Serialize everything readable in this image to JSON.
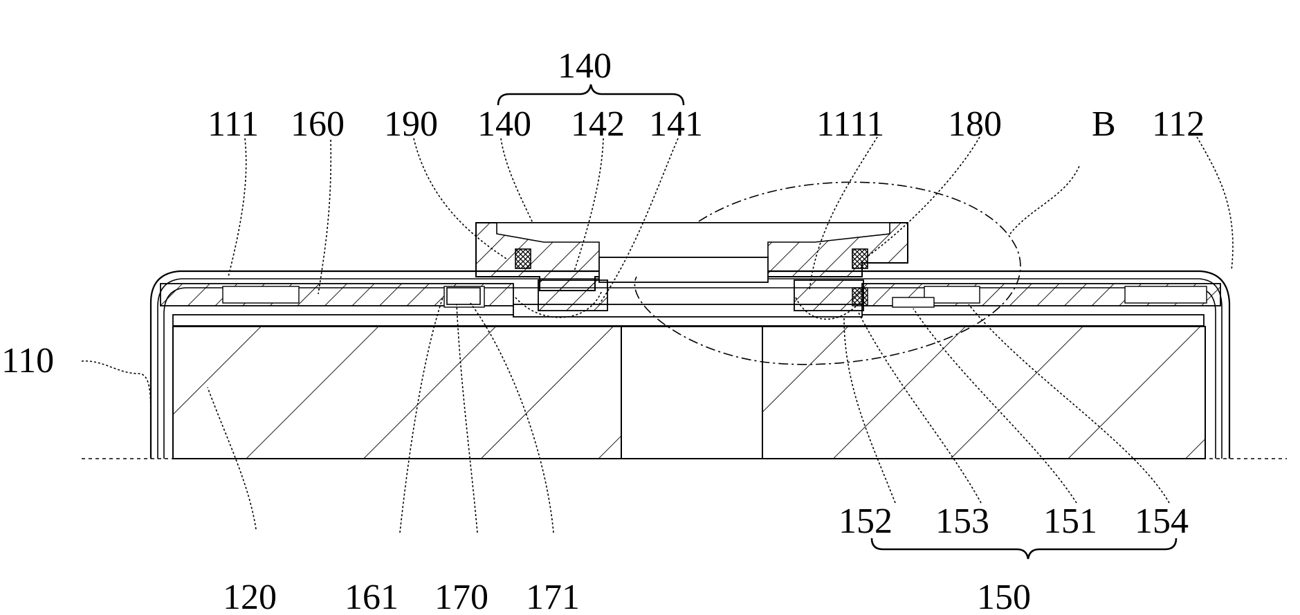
{
  "figure": {
    "labels": {
      "l110": "110",
      "l111": "111",
      "l112": "112",
      "l120": "120",
      "l140_top": "140",
      "l140": "140",
      "l141": "141",
      "l142": "142",
      "l150": "150",
      "l151": "151",
      "l152": "152",
      "l153": "153",
      "l154": "154",
      "l160": "160",
      "l161": "161",
      "l170": "170",
      "l171": "171",
      "l180": "180",
      "l190": "190",
      "l1111": "1111",
      "lB": "B"
    }
  },
  "colors": {
    "stroke": "#000000",
    "background": "#ffffff"
  }
}
